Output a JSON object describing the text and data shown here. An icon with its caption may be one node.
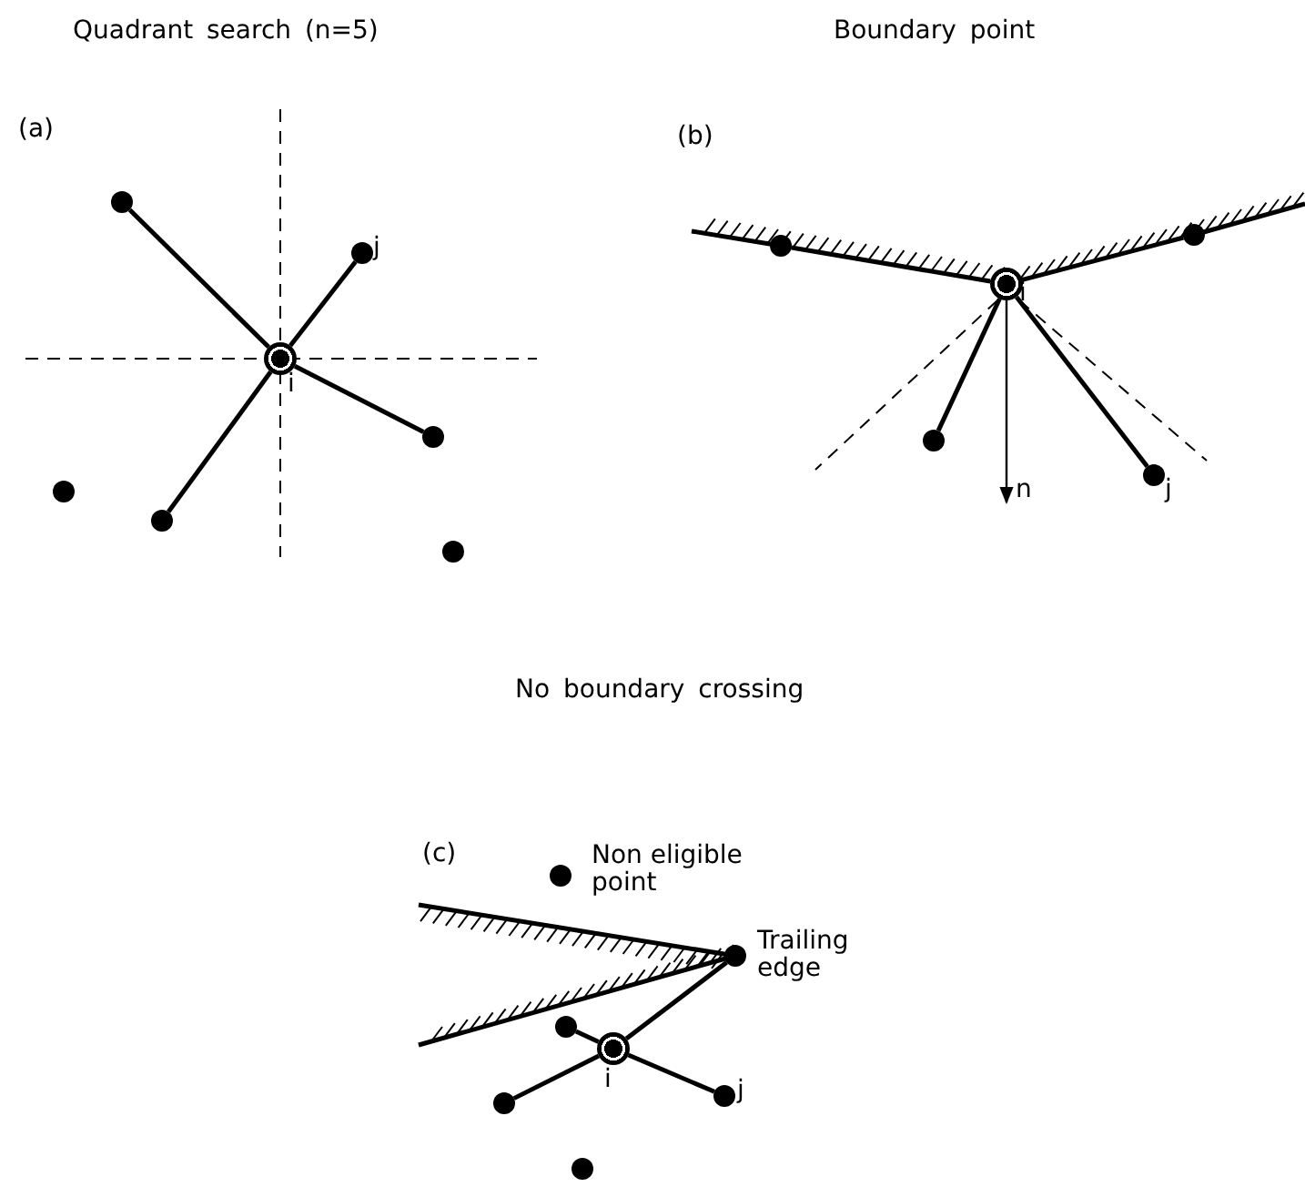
{
  "diagram": {
    "nodes": [
      {
        "text": [],
        "shape": "circle",
        "beside": [
          "i"
        ]
      },
      {
        "text": [],
        "shape": "circle"
      },
      {
        "text": [],
        "shape": "circle",
        "beside": [
          "j"
        ]
      },
      {
        "text": [],
        "shape": "circle"
      },
      {
        "text": [],
        "shape": "circle"
      },
      {
        "text": [],
        "shape": "circle"
      },
      {
        "text": [],
        "shape": "circle"
      },
      {
        "text": [],
        "shape": "circle"
      },
      {
        "text": [],
        "shape": "circle",
        "beside": [
          "i"
        ]
      },
      {
        "text": [],
        "shape": "circle"
      },
      {
        "text": [],
        "shape": "circle"
      },
      {
        "text": [],
        "shape": "circle",
        "beside": [
          "j"
        ]
      },
      {
        "text": [],
        "shape": "circle",
        "beside": [
          "Non eligible point"
        ]
      },
      {
        "text": [],
        "shape": "circle",
        "beside": [
          "Trailing edge"
        ]
      },
      {
        "text": [],
        "shape": "circle"
      },
      {
        "text": [],
        "shape": "circle",
        "beside": [
          "i"
        ]
      },
      {
        "text": [],
        "shape": "circle"
      },
      {
        "text": [],
        "shape": "circle",
        "beside": [
          "j"
        ]
      },
      {
        "text": [],
        "shape": "circle"
      }
    ],
    "edges": [
      {
        "from": 0,
        "to": 1,
        "arrow": "none"
      },
      {
        "from": 0,
        "to": 2,
        "arrow": "none"
      },
      {
        "from": 0,
        "to": 3,
        "arrow": "none"
      },
      {
        "from": 0,
        "to": 4,
        "arrow": "none"
      },
      {
        "from": 8,
        "to": 7,
        "arrow": "none"
      },
      {
        "from": 8,
        "to": 9,
        "arrow": "none"
      },
      {
        "from": 8,
        "to": 10,
        "arrow": "none"
      },
      {
        "from": 8,
        "to": 11,
        "arrow": "none"
      },
      {
        "from": 15,
        "to": 13,
        "arrow": "none"
      },
      {
        "from": 15,
        "to": 14,
        "arrow": "none"
      },
      {
        "from": 15,
        "to": 16,
        "arrow": "none"
      },
      {
        "from": 15,
        "to": 17,
        "arrow": "none"
      }
    ],
    "labels": [
      "Quadrant search (n=5)",
      "Boundary point",
      "(a)",
      "(b)",
      "n",
      "No boundary crossing",
      "(c)"
    ]
  }
}
